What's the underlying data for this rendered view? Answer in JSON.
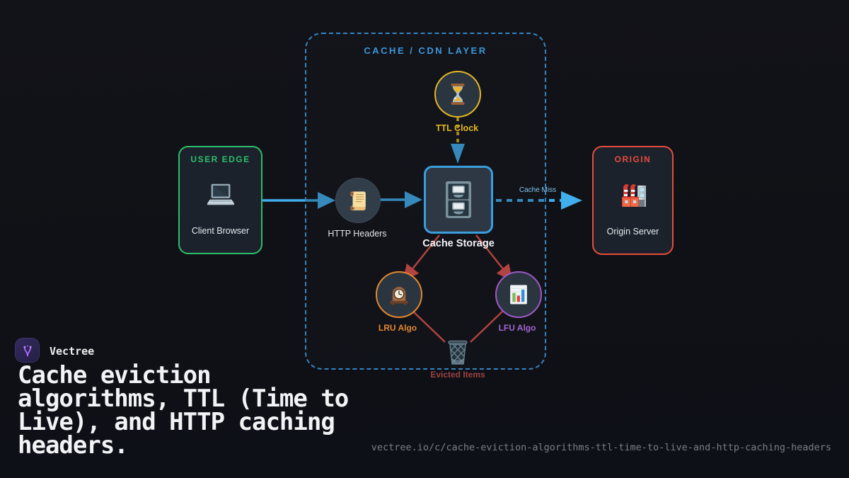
{
  "brand": {
    "name": "Vectree",
    "logo_icon": "vectree-branch-icon",
    "logo_bg_color": "#2b2452",
    "logo_glyph_color": "#a86ef5"
  },
  "title": "Cache eviction algorithms, TTL (Time to Live), and HTTP caching headers.",
  "footer_url": "vectree.io/c/cache-eviction-algorithms-ttl-time-to-live-and-http-caching-headers",
  "diagram": {
    "cdn_layer": {
      "label": "CACHE / CDN LAYER",
      "border_color": "#3584c2",
      "label_color": "#3e96d8"
    },
    "user_edge": {
      "label": "USER EDGE",
      "node_label": "Client Browser",
      "icon": "laptop-icon",
      "accent_color": "#2ebd6b"
    },
    "origin": {
      "label": "ORIGIN",
      "node_label": "Origin Server",
      "icon": "factory-icon",
      "accent_color": "#e74c3c"
    },
    "nodes": {
      "ttl_clock": {
        "label": "TTL Clock",
        "icon": "hourglass-icon",
        "accent_color": "#e2b622"
      },
      "http_headers": {
        "label": "HTTP Headers",
        "icon": "scroll-icon"
      },
      "cache_storage": {
        "label": "Cache Storage",
        "icon": "file-cabinet-icon",
        "accent_color": "#3b9ddd"
      },
      "lru_algo": {
        "label": "LRU Algo",
        "icon": "mantel-clock-icon",
        "accent_color": "#e2882e"
      },
      "lfu_algo": {
        "label": "LFU Algo",
        "icon": "bar-chart-icon",
        "accent_color": "#9c59c6"
      },
      "evicted_items": {
        "label": "Evicted Items",
        "icon": "wastebasket-icon",
        "accent_color": "#9c4242"
      }
    },
    "edges": {
      "cache_miss_label": "Cache Miss",
      "flow_color": "#41aeee",
      "eviction_color": "#e4504a",
      "ttl_color": "#e2b622"
    }
  }
}
